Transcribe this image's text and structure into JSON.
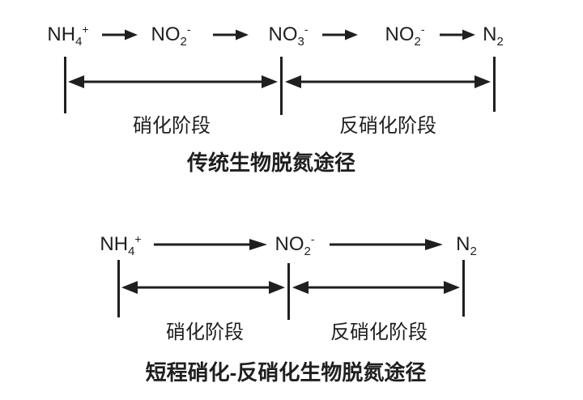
{
  "canvas": {
    "background": "#ffffff",
    "ink": "#1f1f1f"
  },
  "top_diagram": {
    "title": "传统生物脱氮途径",
    "species": [
      {
        "main": "NH",
        "sub": "4",
        "sup": "+"
      },
      {
        "main": "NO",
        "sub": "2",
        "sup": "-"
      },
      {
        "main": "NO",
        "sub": "3",
        "sup": "-"
      },
      {
        "main": "NO",
        "sub": "2",
        "sup": "-"
      },
      {
        "main": "N",
        "sub": "2",
        "sup": ""
      }
    ],
    "stage_labels": [
      "硝化阶段",
      "反硝化阶段"
    ]
  },
  "bottom_diagram": {
    "title": "短程硝化-反硝化生物脱氮途径",
    "species": [
      {
        "main": "NH",
        "sub": "4",
        "sup": "+"
      },
      {
        "main": "NO",
        "sub": "2",
        "sup": "-"
      },
      {
        "main": "N",
        "sub": "2",
        "sup": ""
      }
    ],
    "stage_labels": [
      "硝化阶段",
      "反硝化阶段"
    ]
  }
}
